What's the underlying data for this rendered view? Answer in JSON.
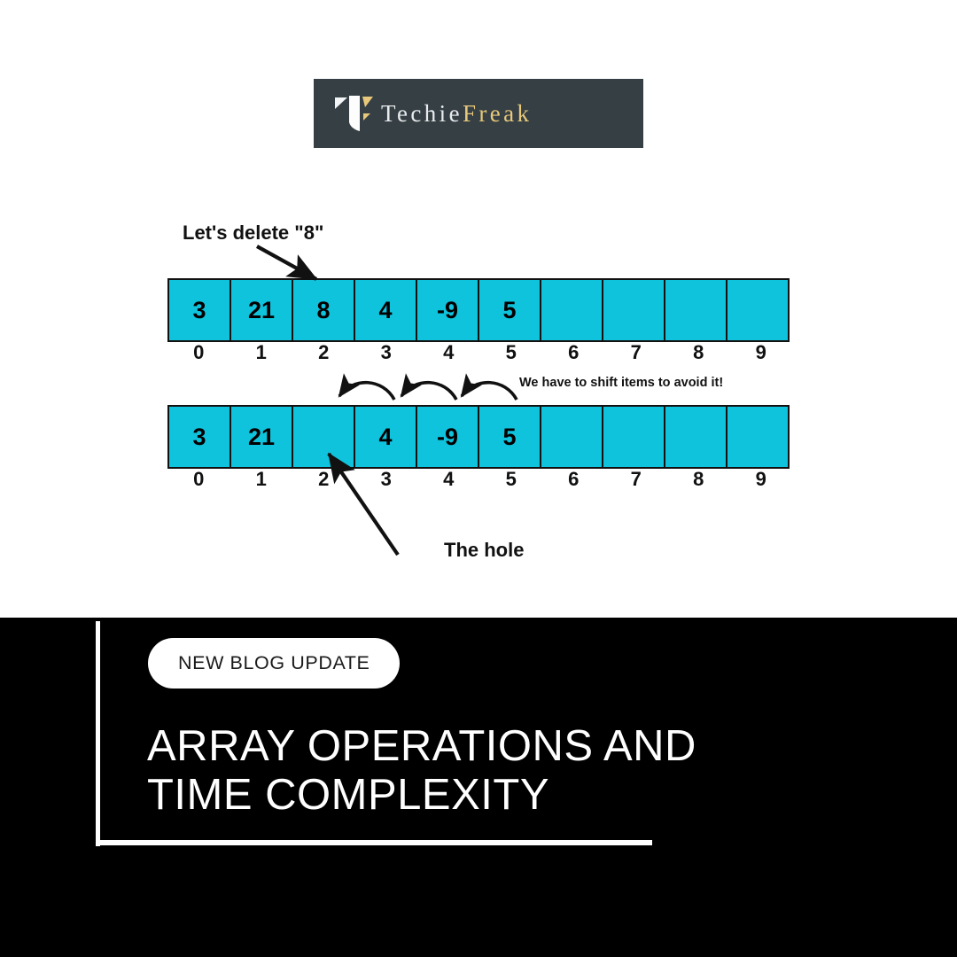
{
  "brand": {
    "logo_mark_name": "techiefreak-logo-mark",
    "wordmark_part_1": "Techie",
    "wordmark_part_2": "Freak",
    "banner_color": "#353f44",
    "wordmark_color_1": "#e9ecee",
    "wordmark_color_2": "#e8c87a"
  },
  "diagram": {
    "cell_color": "#10c3dd",
    "border_color": "#111111",
    "array_before": {
      "values": [
        "3",
        "21",
        "8",
        "4",
        "-9",
        "5",
        "",
        "",
        "",
        ""
      ],
      "indices": [
        "0",
        "1",
        "2",
        "3",
        "4",
        "5",
        "6",
        "7",
        "8",
        "9"
      ]
    },
    "array_after": {
      "values": [
        "3",
        "21",
        "",
        "4",
        "-9",
        "5",
        "",
        "",
        "",
        ""
      ],
      "indices": [
        "0",
        "1",
        "2",
        "3",
        "4",
        "5",
        "6",
        "7",
        "8",
        "9"
      ]
    },
    "annotations": {
      "delete_label": "Let's delete \"8\"",
      "shift_label": "We have to shift items to avoid it!",
      "hole_label": "The hole"
    }
  },
  "promo": {
    "badge_label": "NEW BLOG UPDATE",
    "headline_line_1": "ARRAY OPERATIONS AND",
    "headline_line_2": "TIME COMPLEXITY",
    "background_color": "#000000",
    "text_color": "#ffffff"
  }
}
